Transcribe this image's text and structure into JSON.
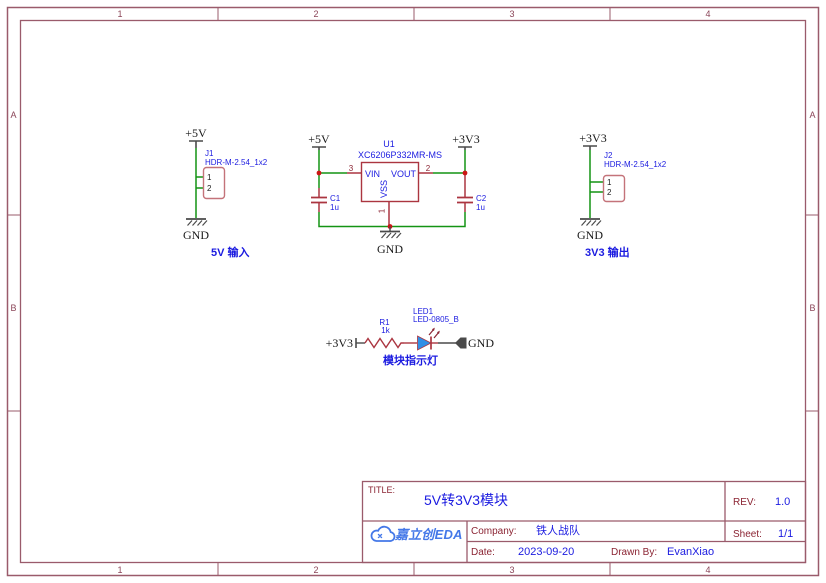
{
  "sheet": {
    "border": {
      "columns": [
        "1",
        "2",
        "3",
        "4"
      ],
      "rows": [
        "A",
        "B"
      ]
    },
    "colors": {
      "frame": "#9a5b6b",
      "wire_green": "#149414",
      "component_red": "#ab3540",
      "connector_box": "#c4737a",
      "junction_red": "#cc1515",
      "blue_text": "#1b1be0",
      "dark_red_text": "#8b2433",
      "net_black": "#1a1a1a",
      "hardware_gray": "#4a4a4a",
      "led_fill": "#2f8fe6",
      "logo_blue": "#4478e8"
    }
  },
  "nets": {
    "p5v": "+5V",
    "p3v3": "+3V3",
    "gnd": "GND"
  },
  "sections": {
    "input": {
      "ref": "J1",
      "part": "HDR-M-2.54_1x2",
      "pin1": "1",
      "pin2": "2",
      "caption": "5V 输入"
    },
    "regulator": {
      "ref": "U1",
      "part": "XC6206P332MR-MS",
      "pin_vin_num": "3",
      "pin_vout_num": "2",
      "pin_vss_num": "1",
      "pin_vin": "VIN",
      "pin_vout": "VOUT",
      "pin_vss": "VSS",
      "c1_ref": "C1",
      "c1_val": "1u",
      "c2_ref": "C2",
      "c2_val": "1u"
    },
    "output": {
      "ref": "J2",
      "part": "HDR-M-2.54_1x2",
      "pin1": "1",
      "pin2": "2",
      "caption": "3V3 输出"
    },
    "indicator": {
      "net_in": "+3V3",
      "r_ref": "R1",
      "r_val": "1k",
      "led_ref": "LED1",
      "led_part": "LED-0805_B",
      "net_out": "GND",
      "caption": "模块指示灯"
    }
  },
  "title_block": {
    "title_label": "TITLE:",
    "title": "5V转3V3模块",
    "rev_label": "REV:",
    "rev": "1.0",
    "logo": "嘉立创EDA",
    "company_label": "Company:",
    "company": "铁人战队",
    "sheet_label": "Sheet:",
    "sheet": "1/1",
    "date_label": "Date:",
    "date": "2023-09-20",
    "drawn_by_label": "Drawn By:",
    "drawn_by": "EvanXiao"
  }
}
